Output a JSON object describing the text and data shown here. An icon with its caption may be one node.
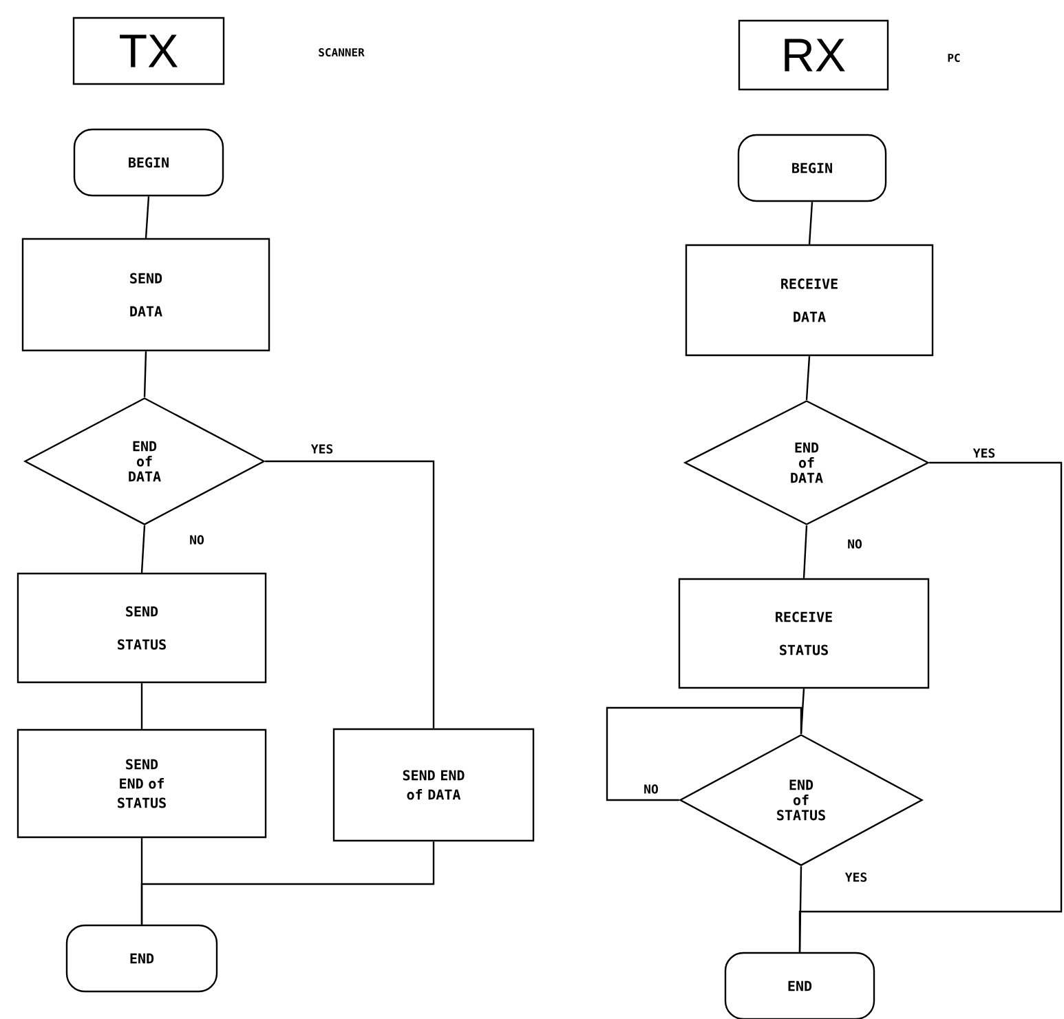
{
  "diagram": {
    "nodes": [
      {
        "text": [
          "TX"
        ]
      },
      {
        "text": [
          "BEGIN"
        ]
      },
      {
        "text": [
          "SEND DATA"
        ]
      },
      {
        "text": [
          "END of DATA"
        ]
      },
      {
        "text": [
          "SEND STATUS"
        ]
      },
      {
        "text": [
          "SEND END of STATUS"
        ]
      },
      {
        "text": [
          "SEND END of DATA"
        ]
      },
      {
        "text": [
          "END"
        ]
      },
      {
        "text": [
          "RX"
        ]
      },
      {
        "text": [
          "BEGIN"
        ]
      },
      {
        "text": [
          "RECEIVE DATA"
        ]
      },
      {
        "text": [
          "END of DATA"
        ]
      },
      {
        "text": [
          "RECEIVE STATUS"
        ]
      },
      {
        "text": [
          "END of STATUS"
        ]
      },
      {
        "text": [
          "END"
        ]
      }
    ],
    "edges": [
      {
        "from": 1,
        "to": 2,
        "arrow": "none"
      },
      {
        "from": 2,
        "to": 3,
        "arrow": "none"
      },
      {
        "from": 3,
        "to": 4,
        "arrow": "none",
        "label": "NO"
      },
      {
        "from": 4,
        "to": 5,
        "arrow": "none"
      },
      {
        "from": 3,
        "to": 6,
        "arrow": "none",
        "label": "YES"
      },
      {
        "from": 5,
        "to": 7,
        "arrow": "none"
      },
      {
        "from": 6,
        "to": 7,
        "arrow": "none"
      },
      {
        "from": 9,
        "to": 10,
        "arrow": "none"
      },
      {
        "from": 10,
        "to": 11,
        "arrow": "none"
      },
      {
        "from": 11,
        "to": 12,
        "arrow": "none",
        "label": "NO"
      },
      {
        "from": 12,
        "to": 13,
        "arrow": "none"
      },
      {
        "from": 13,
        "to": 13,
        "arrow": "none",
        "label": "NO"
      },
      {
        "from": 13,
        "to": 14,
        "arrow": "none",
        "label": "YES"
      },
      {
        "from": 11,
        "to": 14,
        "arrow": "none",
        "label": "YES"
      }
    ],
    "labels": [
      "SCANNER",
      "PC"
    ]
  }
}
